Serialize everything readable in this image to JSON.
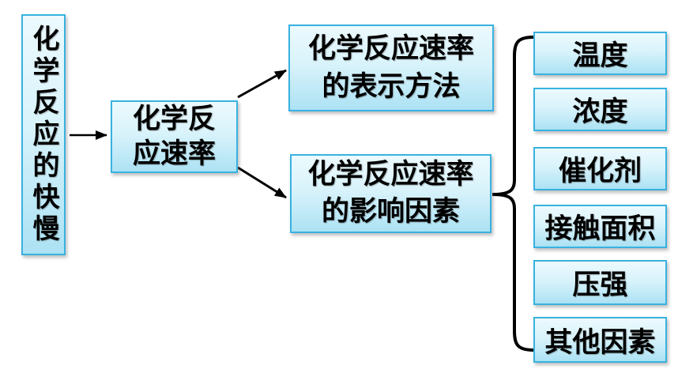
{
  "diagram": {
    "root_label": "化学反应的快慢",
    "center_label": "化学反\n应速率",
    "branch_expression_label": "化学反应速率\n的表示方法",
    "branch_factors_label": "化学反应速率\n的影响因素",
    "factor_items": [
      "温度",
      "浓度",
      "催化剂",
      "接触面积",
      "压强",
      "其他因素"
    ],
    "colors": {
      "background": "#ffffff",
      "box_border": "#38b2e0",
      "box_fill_top": "#ecfafe",
      "box_fill_bottom": "#ace2f4",
      "connector": "#000000",
      "text": "#000000"
    }
  }
}
